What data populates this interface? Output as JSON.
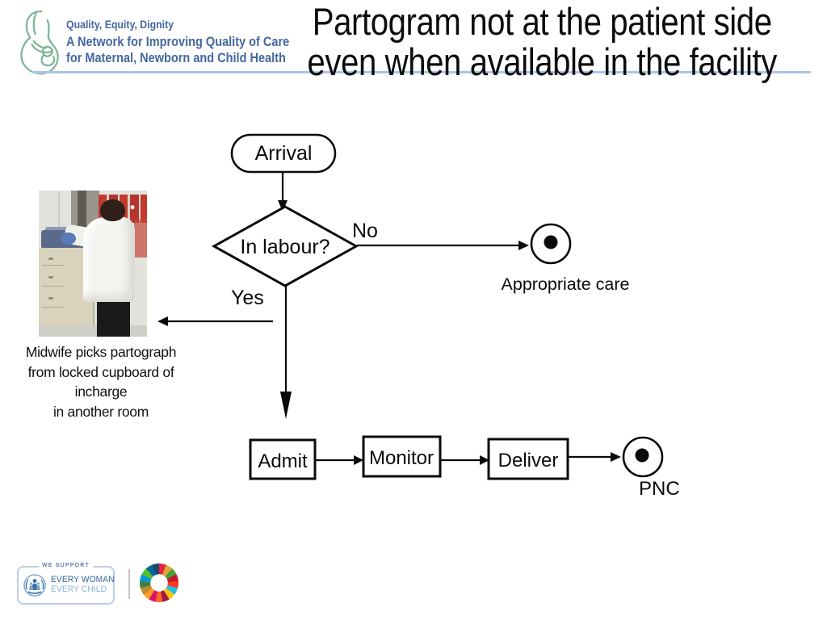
{
  "header": {
    "tagline": "Quality, Equity, Dignity",
    "network_line1": "A Network for Improving Quality of Care",
    "network_line2": "for Maternal, Newborn and Child Health",
    "title_line1": "Partogram not at the patient side",
    "title_line2": "even when available in the facility"
  },
  "flowchart": {
    "arrival": "Arrival",
    "decision": "In labour?",
    "no": "No",
    "yes": "Yes",
    "appropriate_care": "Appropriate care",
    "admit": "Admit",
    "monitor": "Monitor",
    "deliver": "Deliver",
    "pnc": "PNC"
  },
  "caption": {
    "line1": "Midwife picks partograph",
    "line2": "from locked cupboard of",
    "line3": "incharge",
    "line4": "in another room"
  },
  "footer": {
    "we_support": "WE SUPPORT",
    "every_woman": "EVERY WOMAN",
    "every_child": "EVERY CHILD"
  },
  "colors": {
    "header_blue": "#44679e",
    "underline_blue": "#a9c6e8",
    "logo_green": "#79b294",
    "flow_black": "#0a0a0a"
  }
}
